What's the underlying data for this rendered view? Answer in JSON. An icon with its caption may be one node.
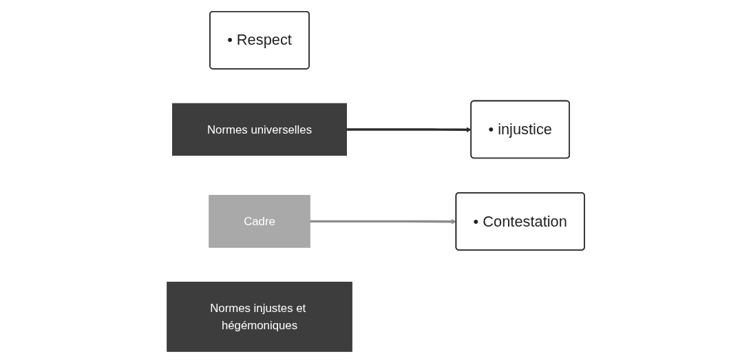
{
  "diagram": {
    "nodes": [
      {
        "text": [
          "• Respect"
        ]
      },
      {
        "text": [
          "Normes universelles"
        ]
      },
      {
        "text": [
          "Cadre"
        ]
      },
      {
        "text": [
          "• injustice"
        ]
      },
      {
        "text": [
          "• Contestation"
        ]
      },
      {
        "text": [
          "Normes injustes et hégémoniques"
        ]
      }
    ],
    "edges": [
      {
        "from": 1,
        "to": 3,
        "arrow": "to",
        "color": "#2b2b2b"
      },
      {
        "from": 2,
        "to": 4,
        "arrow": "to",
        "color": "#8c8c8c"
      }
    ]
  }
}
